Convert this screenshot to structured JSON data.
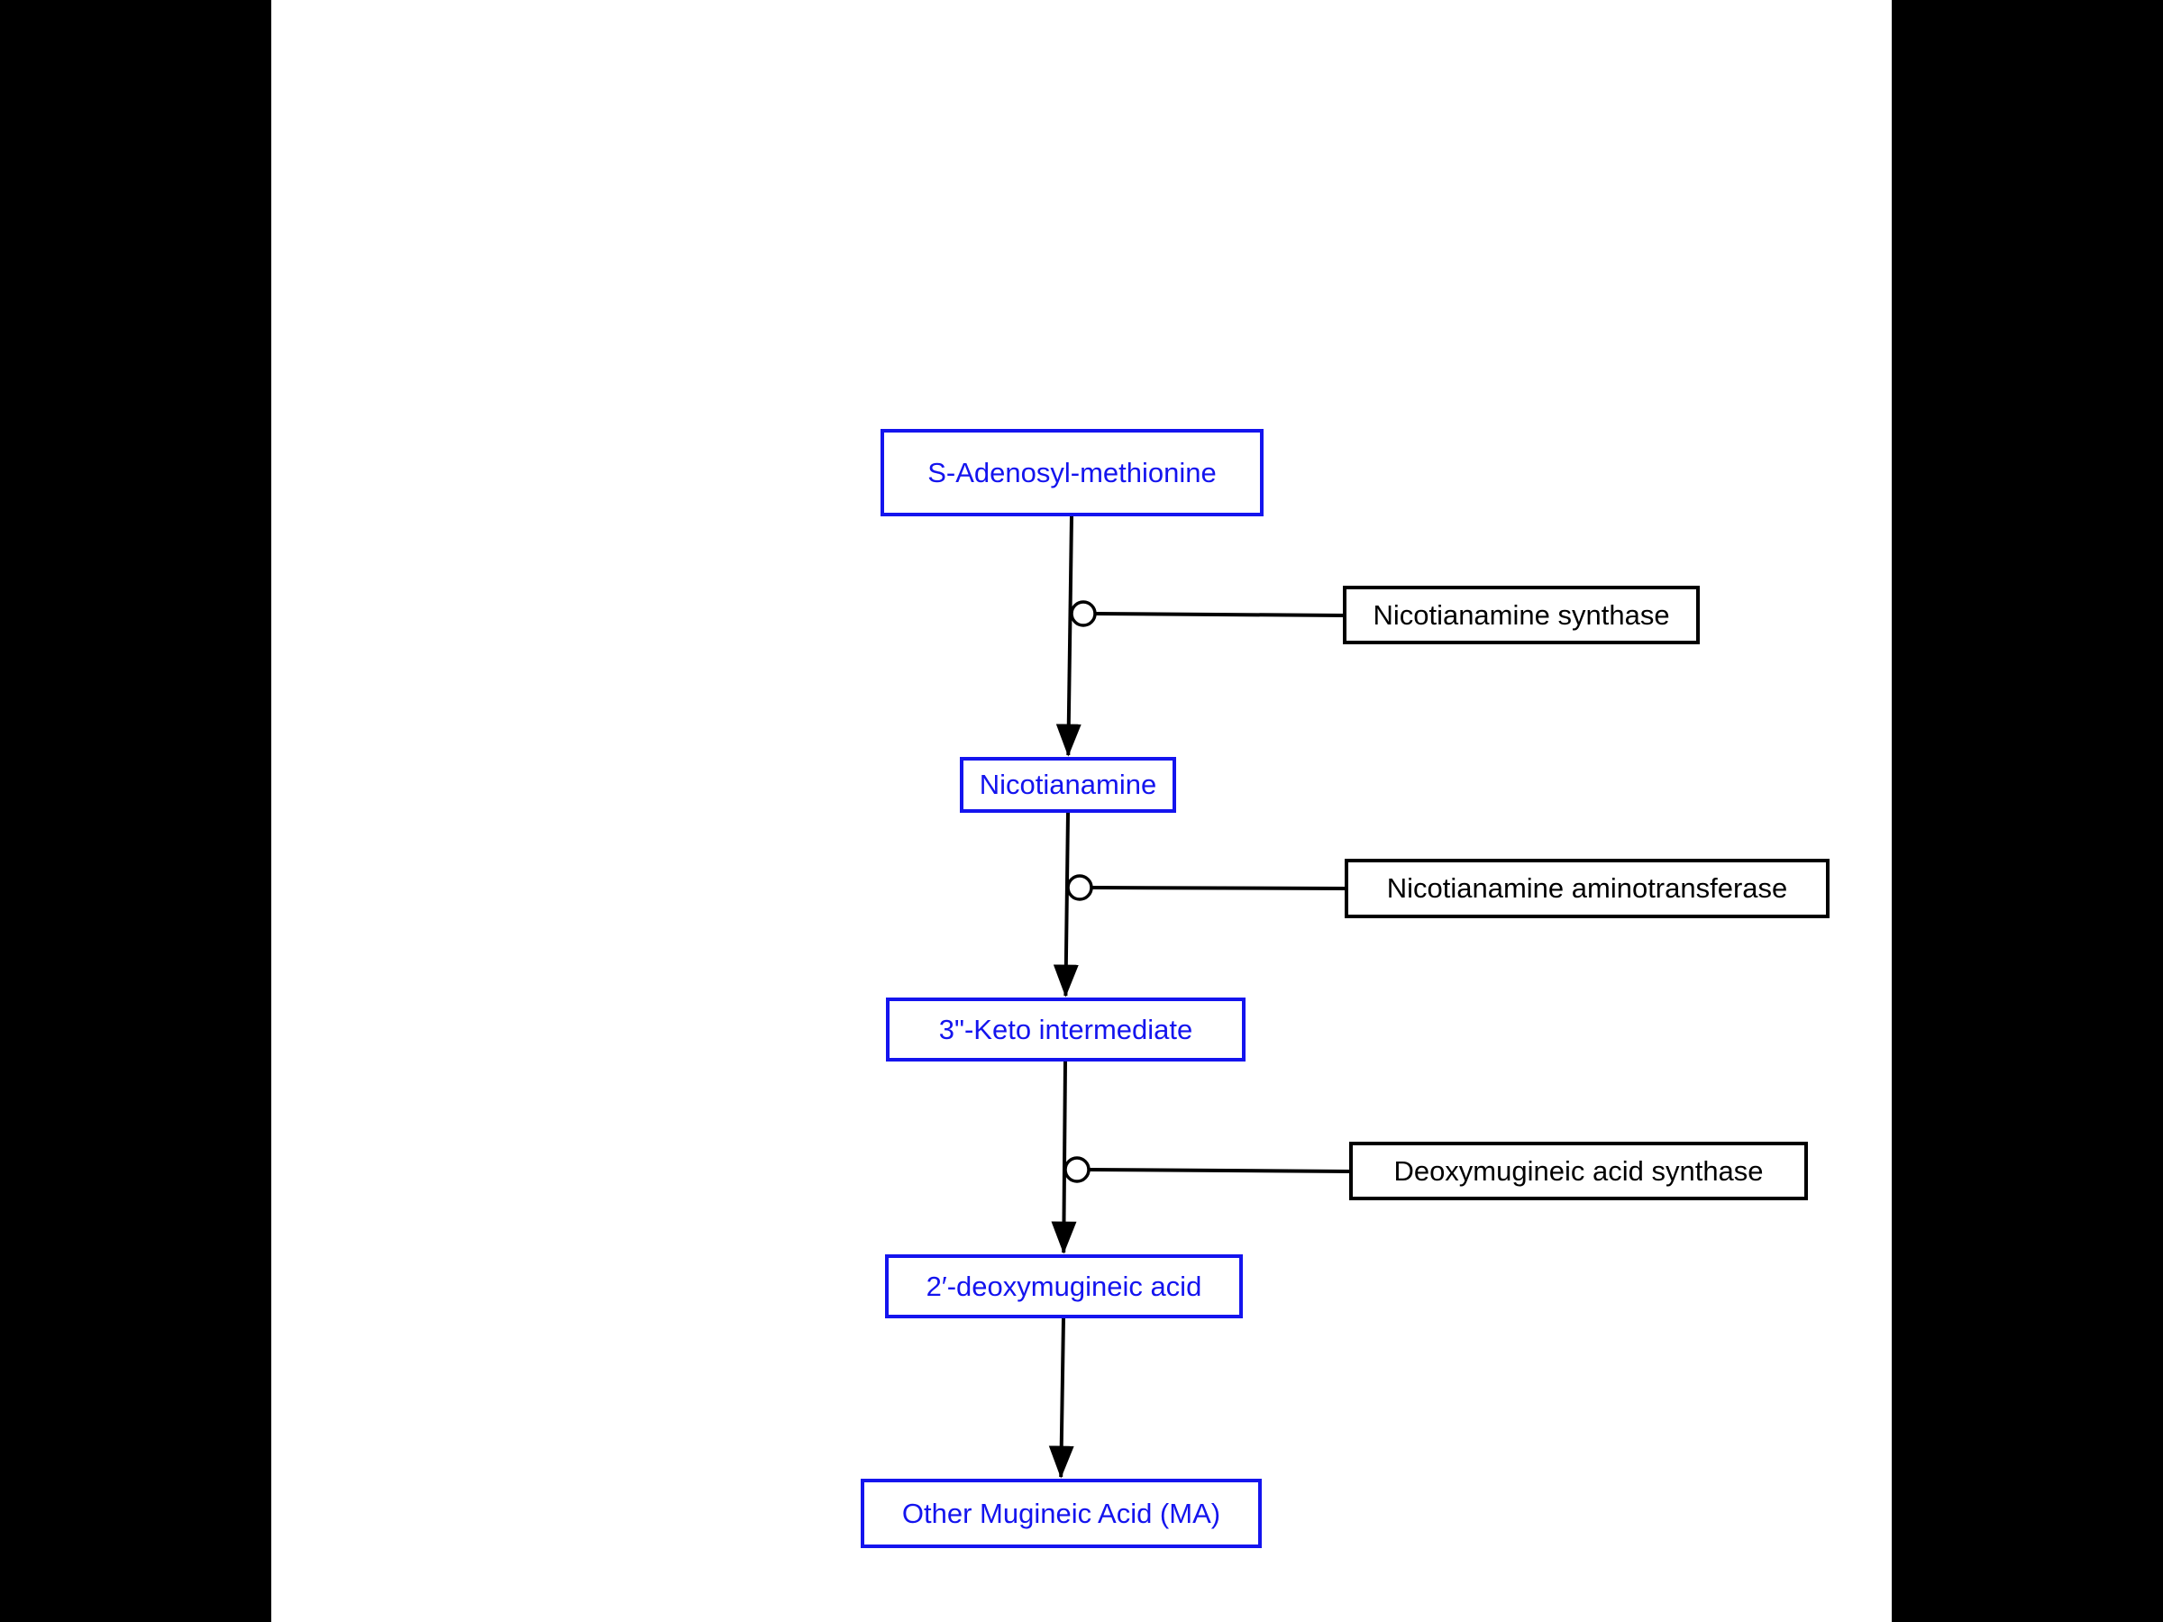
{
  "diagram": {
    "type": "pathway-flowchart",
    "nodes": [
      {
        "id": "sam",
        "label": "S-Adenosyl-methionine"
      },
      {
        "id": "nicotianamine",
        "label": "Nicotianamine"
      },
      {
        "id": "keto-intermediate",
        "label": "3\"-Keto intermediate"
      },
      {
        "id": "deoxymugineic-acid",
        "label": "2′-deoxymugineic acid"
      },
      {
        "id": "other-mugineic-acid",
        "label": "Other Mugineic Acid (MA)"
      }
    ],
    "enzymes": [
      {
        "id": "nas",
        "label": "Nicotianamine synthase"
      },
      {
        "id": "naat",
        "label": "Nicotianamine aminotransferase"
      },
      {
        "id": "dmas",
        "label": "Deoxymugineic acid synthase"
      }
    ],
    "edges": [
      {
        "from": "S-Adenosyl-methionine",
        "to": "Nicotianamine",
        "enzyme": "Nicotianamine synthase"
      },
      {
        "from": "Nicotianamine",
        "to": "3\"-Keto intermediate",
        "enzyme": "Nicotianamine aminotransferase"
      },
      {
        "from": "3\"-Keto intermediate",
        "to": "2′-deoxymugineic acid",
        "enzyme": "Deoxymugineic acid synthase"
      },
      {
        "from": "2′-deoxymugineic acid",
        "to": "Other Mugineic Acid (MA)",
        "enzyme": null
      }
    ]
  },
  "colors": {
    "page-bg": "#000000",
    "canvas-bg": "#ffffff",
    "node-color": "#1414ee",
    "edge-color": "#000000",
    "enzyme-color": "#000000"
  }
}
